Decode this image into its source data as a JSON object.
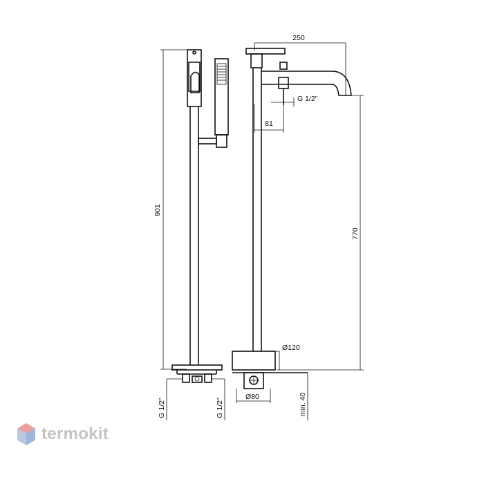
{
  "dimensions": {
    "height_total": "901",
    "spout_reach": "250",
    "outlet_thread": "G 1/2\"",
    "mixer_offset": "81",
    "spout_height": "770",
    "base_diameter": "Ø120",
    "base_inner_diameter": "Ø80",
    "inlet_left_1": "G 1/2\"",
    "inlet_left_2": "G 1/2\"",
    "floor_min_depth": "min. 40"
  },
  "brand": {
    "name": "termokit",
    "logo_colors": [
      "#e8a0a0",
      "#9cb6dc",
      "#b9c8e0"
    ]
  }
}
